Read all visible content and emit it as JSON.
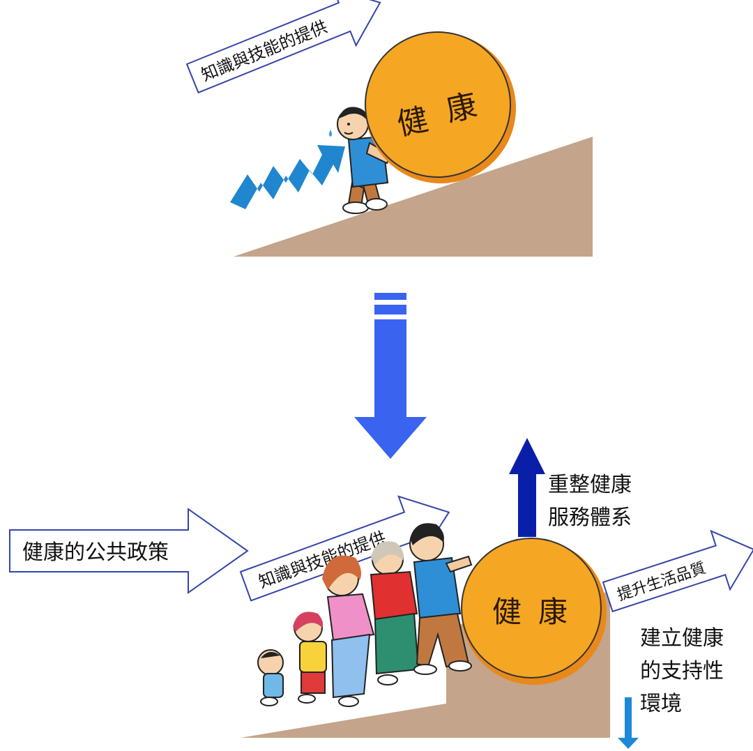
{
  "top_scene": {
    "arrow_label": "知識與技能的提供",
    "ball_label_1": "健",
    "ball_label_2": "康"
  },
  "bottom_scene": {
    "arrow_knowledge": "知識與技能的提供",
    "arrow_policy": "健康的公共政策",
    "arrow_quality": "提升生活品質",
    "ball_label_1": "健",
    "ball_label_2": "康",
    "up_label_line1": "重整健康",
    "up_label_line2": "服務體系",
    "down_label_line1": "建立健康",
    "down_label_line2": "的支持性",
    "down_label_line3": "環境"
  },
  "colors": {
    "ball": "#f5a623",
    "ball_shade": "#e8891a",
    "slope": "#c4a48a",
    "big_arrow": "#3a63f0",
    "up_arrow": "#0a1fa8",
    "down_arrow": "#1e88d8",
    "zigzag": "#1f86cf"
  },
  "icons": {
    "transition": "down-arrow-icon",
    "person": "pushing-man-icon",
    "family": "family-pushing-icon"
  }
}
